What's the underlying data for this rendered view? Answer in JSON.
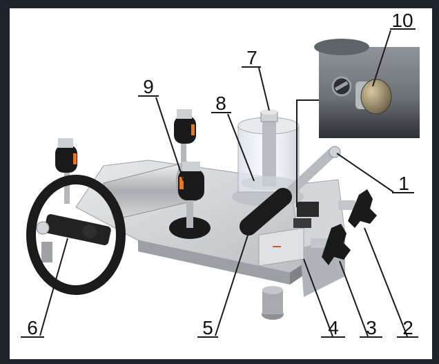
{
  "labels": {
    "l1": "1",
    "l2": "2",
    "l3": "3",
    "l4": "4",
    "l5": "5",
    "l6": "6",
    "l7": "7",
    "l8": "8",
    "l9": "9",
    "l10": "10"
  },
  "colors": {
    "background": "#1e242c",
    "panel": "#ffffff",
    "steel": "#c9ccd0",
    "knob": "#1a1a1a",
    "accent_orange": "#e8771f"
  }
}
